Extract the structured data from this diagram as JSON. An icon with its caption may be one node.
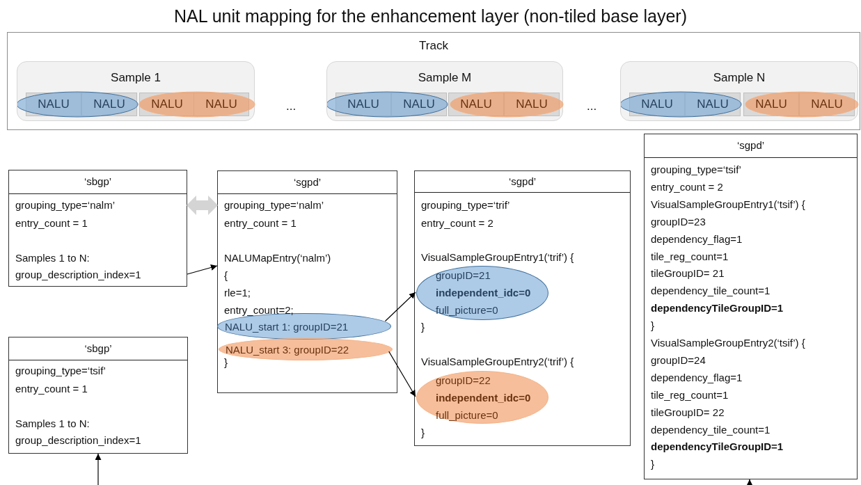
{
  "diagram": {
    "title": "NAL unit mapping for the enhancement layer (non-tiled base layer)",
    "nodes": [
      {
        "text": [
          "Track"
        ]
      },
      {
        "text": [
          "Sample 1"
        ],
        "in": 0
      },
      {
        "text": [
          "NALU"
        ],
        "in": 1
      },
      {
        "text": [
          "NALU"
        ],
        "in": 1
      },
      {
        "text": [
          "NALU"
        ],
        "in": 1
      },
      {
        "text": [
          "NALU"
        ],
        "in": 1
      },
      {
        "text": [
          "Sample M"
        ],
        "in": 0
      },
      {
        "text": [
          "NALU"
        ],
        "in": 6
      },
      {
        "text": [
          "NALU"
        ],
        "in": 6
      },
      {
        "text": [
          "NALU"
        ],
        "in": 6
      },
      {
        "text": [
          "NALU"
        ],
        "in": 6
      },
      {
        "text": [
          "Sample N"
        ],
        "in": 0
      },
      {
        "text": [
          "NALU"
        ],
        "in": 11
      },
      {
        "text": [
          "NALU"
        ],
        "in": 11
      },
      {
        "text": [
          "NALU"
        ],
        "in": 11
      },
      {
        "text": [
          "NALU"
        ],
        "in": 11
      },
      {
        "text": [
          "‘sbgp’",
          "grouping_type=‘nalm’",
          "entry_count = 1",
          "Samples 1 to N:",
          "group_description_index=1"
        ]
      },
      {
        "text": [
          "‘sgpd’",
          "grouping_type=‘nalm’",
          "entry_count = 1",
          "NALUMapEntry(‘nalm’)",
          "{",
          "rle=1;",
          "entry_count=2;",
          "}"
        ]
      },
      {
        "text": [
          "NALU_start 1: groupID=21"
        ],
        "in": 17
      },
      {
        "text": [
          "NALU_start 3: groupID=22"
        ],
        "in": 17
      },
      {
        "text": [
          "‘sgpd’",
          "grouping_type=‘trif’",
          "entry_count = 2",
          "VisualSampleGroupEntry1(‘trif’) {",
          "}",
          "VisualSampleGroupEntry2(‘trif’) {",
          "}"
        ]
      },
      {
        "text": [
          "groupID=21",
          "independent_idc=0",
          "full_picture=0"
        ],
        "in": 20
      },
      {
        "text": [
          "groupID=22",
          "independent_idc=0",
          "full_picture=0"
        ],
        "in": 20
      },
      {
        "text": [
          "‘sgpd’",
          "grouping_type=‘tsif’",
          "entry_count = 2",
          "VisualSampleGroupEntry1(‘tsif’) {",
          "groupID=23",
          "dependency_flag=1",
          "tile_reg_count=1",
          "tileGroupID= 21",
          "dependency_tile_count=1",
          "dependencyTileGroupID=1",
          "}",
          "VisualSampleGroupEntry2(‘tsif’) {",
          "groupID=24",
          "dependency_flag=1",
          "tile_reg_count=1",
          "tileGroupID= 22",
          "dependency_tile_count=1",
          "dependencyTileGroupID=1",
          "}"
        ]
      },
      {
        "text": [
          "‘sbgp’",
          "grouping_type=‘tsif’",
          "entry_count = 1",
          "Samples 1 to N:",
          "group_description_index=1"
        ]
      }
    ],
    "edges": [
      {
        "from": 16,
        "to": 17,
        "arrow": "both",
        "style": "thick",
        "color": "#d4d4d4"
      },
      {
        "from": 16,
        "to": 17,
        "arrow": "to"
      },
      {
        "from": 18,
        "to": 21,
        "arrow": "to"
      },
      {
        "from": 19,
        "to": 22,
        "arrow": "to"
      },
      {
        "from": null,
        "to": 24,
        "arrow": "to"
      },
      {
        "from": null,
        "to": 23,
        "arrow": "to"
      }
    ],
    "labels": [
      "...",
      "..."
    ]
  }
}
